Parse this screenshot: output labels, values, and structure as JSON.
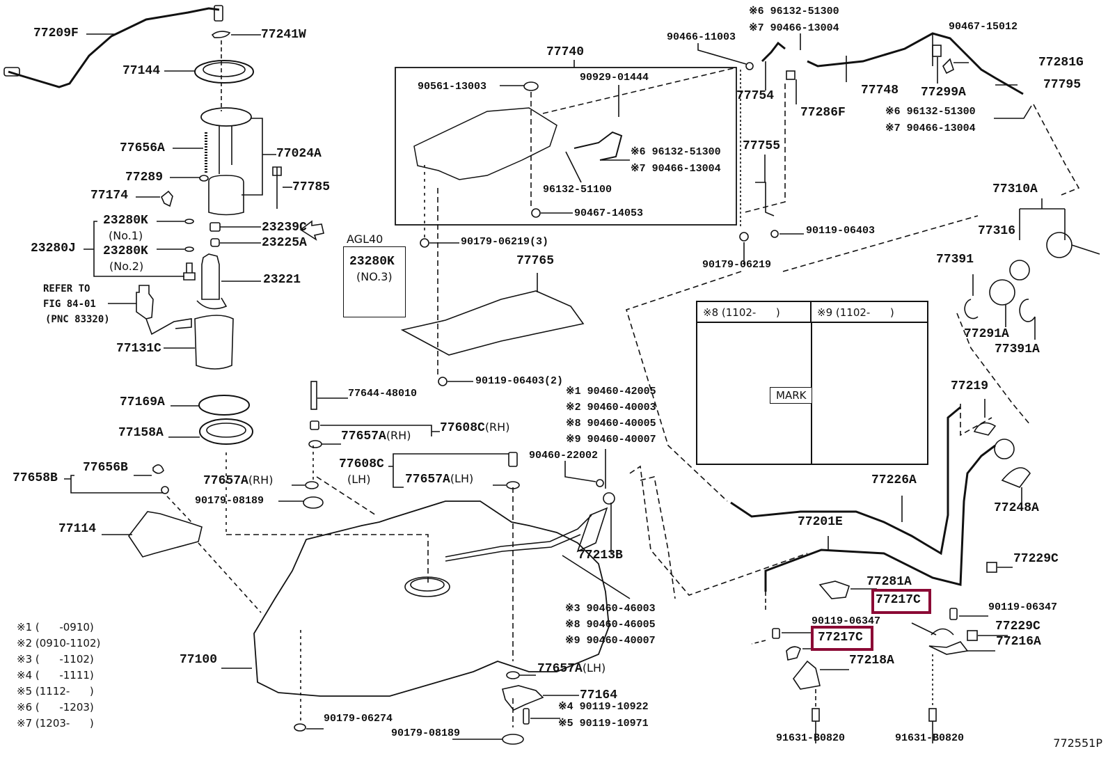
{
  "figure": {
    "id": "772551P",
    "highlight_color": "#8b0a35",
    "highlighted_part": "77217C"
  },
  "labels": {
    "p77209F": "77209F",
    "p77241W": "77241W",
    "p77144": "77144",
    "p77656A": "77656A",
    "p77024A": "77024A",
    "p77289": "77289",
    "p77785": "77785",
    "p77174": "77174",
    "p23280K_1": "23280K",
    "p23280K_1_sub": "(No.1)",
    "p23280J": "23280J",
    "p23280K_2": "23280K",
    "p23280K_2_sub": "(No.2)",
    "p23239C": "23239C",
    "p23225A": "23225A",
    "p23221": "23221",
    "refer_1": "REFER TO",
    "refer_2": "FIG 84-01",
    "refer_3": "(PNC 83320)",
    "p77131C": "77131C",
    "agl_title": "AGL40",
    "agl_part": "23280K",
    "agl_sub": "(NO.3)",
    "p77169A": "77169A",
    "p77158A": "77158A",
    "p77656B": "77656B",
    "p77658B": "77658B",
    "p77657A_rh_a": "77657A",
    "p77657A_rh_a_sfx": "(RH)",
    "p90179_08189_a": "90179-08189",
    "p77114": "77114",
    "p77100": "77100",
    "p77740": "77740",
    "p90561_13003": "90561-13003",
    "p90929_01444": "90929-01444",
    "p96132_51300_a": "※6 96132-51300",
    "p90466_13004_a": "※7 90466-13004",
    "p96132_51100": "96132-51100",
    "p90467_14053": "90467-14053",
    "p90179_06219_3": "90179-06219(3)",
    "p77765": "77765",
    "p90119_06403_2": "90119-06403(2)",
    "p77644_48010": "77644-48010",
    "p77657A_rh_b": "77657A",
    "p77657A_rh_b_sfx": "(RH)",
    "p77608C_rh": "77608C",
    "p77608C_rh_sfx": "(RH)",
    "p77608C_lh": "77608C",
    "p77608C_lh_sfx": "(LH)",
    "p77657A_lh_a": "77657A",
    "p77657A_lh_a_sfx": "(LH)",
    "p90460_42005": "※1 90460-42005",
    "p90460_40003": "※2 90460-40003",
    "p90460_40005": "※8 90460-40005",
    "p90460_40007_a": "※9 90460-40007",
    "p90460_22002": "90460-22002",
    "p77213B": "77213B",
    "p90460_46003": "※3 90460-46003",
    "p90460_46005": "※8 90460-46005",
    "p90460_40007_b": "※9 90460-40007",
    "p77657A_lh_b": "77657A",
    "p77657A_lh_b_sfx": "(LH)",
    "p77164": "77164",
    "p90119_10922": "※4 90119-10922",
    "p90119_10971": "※5 90119-10971",
    "p90179_06274": "90179-06274",
    "p90179_08189_b": "90179-08189",
    "p96132_51300_b": "※6 96132-51300",
    "p90466_13004_b": "※7 90466-13004",
    "p90466_11003": "90466-11003",
    "p77754": "77754",
    "p77286F": "77286F",
    "p77748": "77748",
    "p77299A": "77299A",
    "p90467_15012": "90467-15012",
    "p77281G": "77281G",
    "p77795": "77795",
    "p96132_51300_c": "※6 96132-51300",
    "p90466_13004_c": "※7 90466-13004",
    "p77755": "77755",
    "p90119_06403": "90119-06403",
    "p90179_06219": "90179-06219",
    "p77310A": "77310A",
    "p77316": "77316",
    "p77391": "77391",
    "p77291A": "77291A",
    "p77391A": "77391A",
    "p77219": "77219",
    "p77226A": "77226A",
    "p77248A": "77248A",
    "p77201E": "77201E",
    "p77229C_a": "77229C",
    "p77281A": "77281A",
    "p77217C_a": "77217C",
    "p90119_06347_a": "90119-06347",
    "p90119_06347_b": "90119-06347",
    "p77229C_b": "77229C",
    "p77217C_b": "77217C",
    "p77216A": "77216A",
    "p77218A": "77218A",
    "p91631_B0820_a": "91631-B0820",
    "p91631_B0820_b": "91631-B0820"
  },
  "inset": {
    "col8_header": "※8 (1102-      )",
    "col9_header": "※9 (1102-      )",
    "mark_label": "MARK"
  },
  "legend": [
    "※1 (      -0910)",
    "※2 (0910-1102)",
    "※3 (      -1102)",
    "※4 (      -1111)",
    "※5 (1112-      )",
    "※6 (      -1203)",
    "※7 (1203-      )"
  ]
}
